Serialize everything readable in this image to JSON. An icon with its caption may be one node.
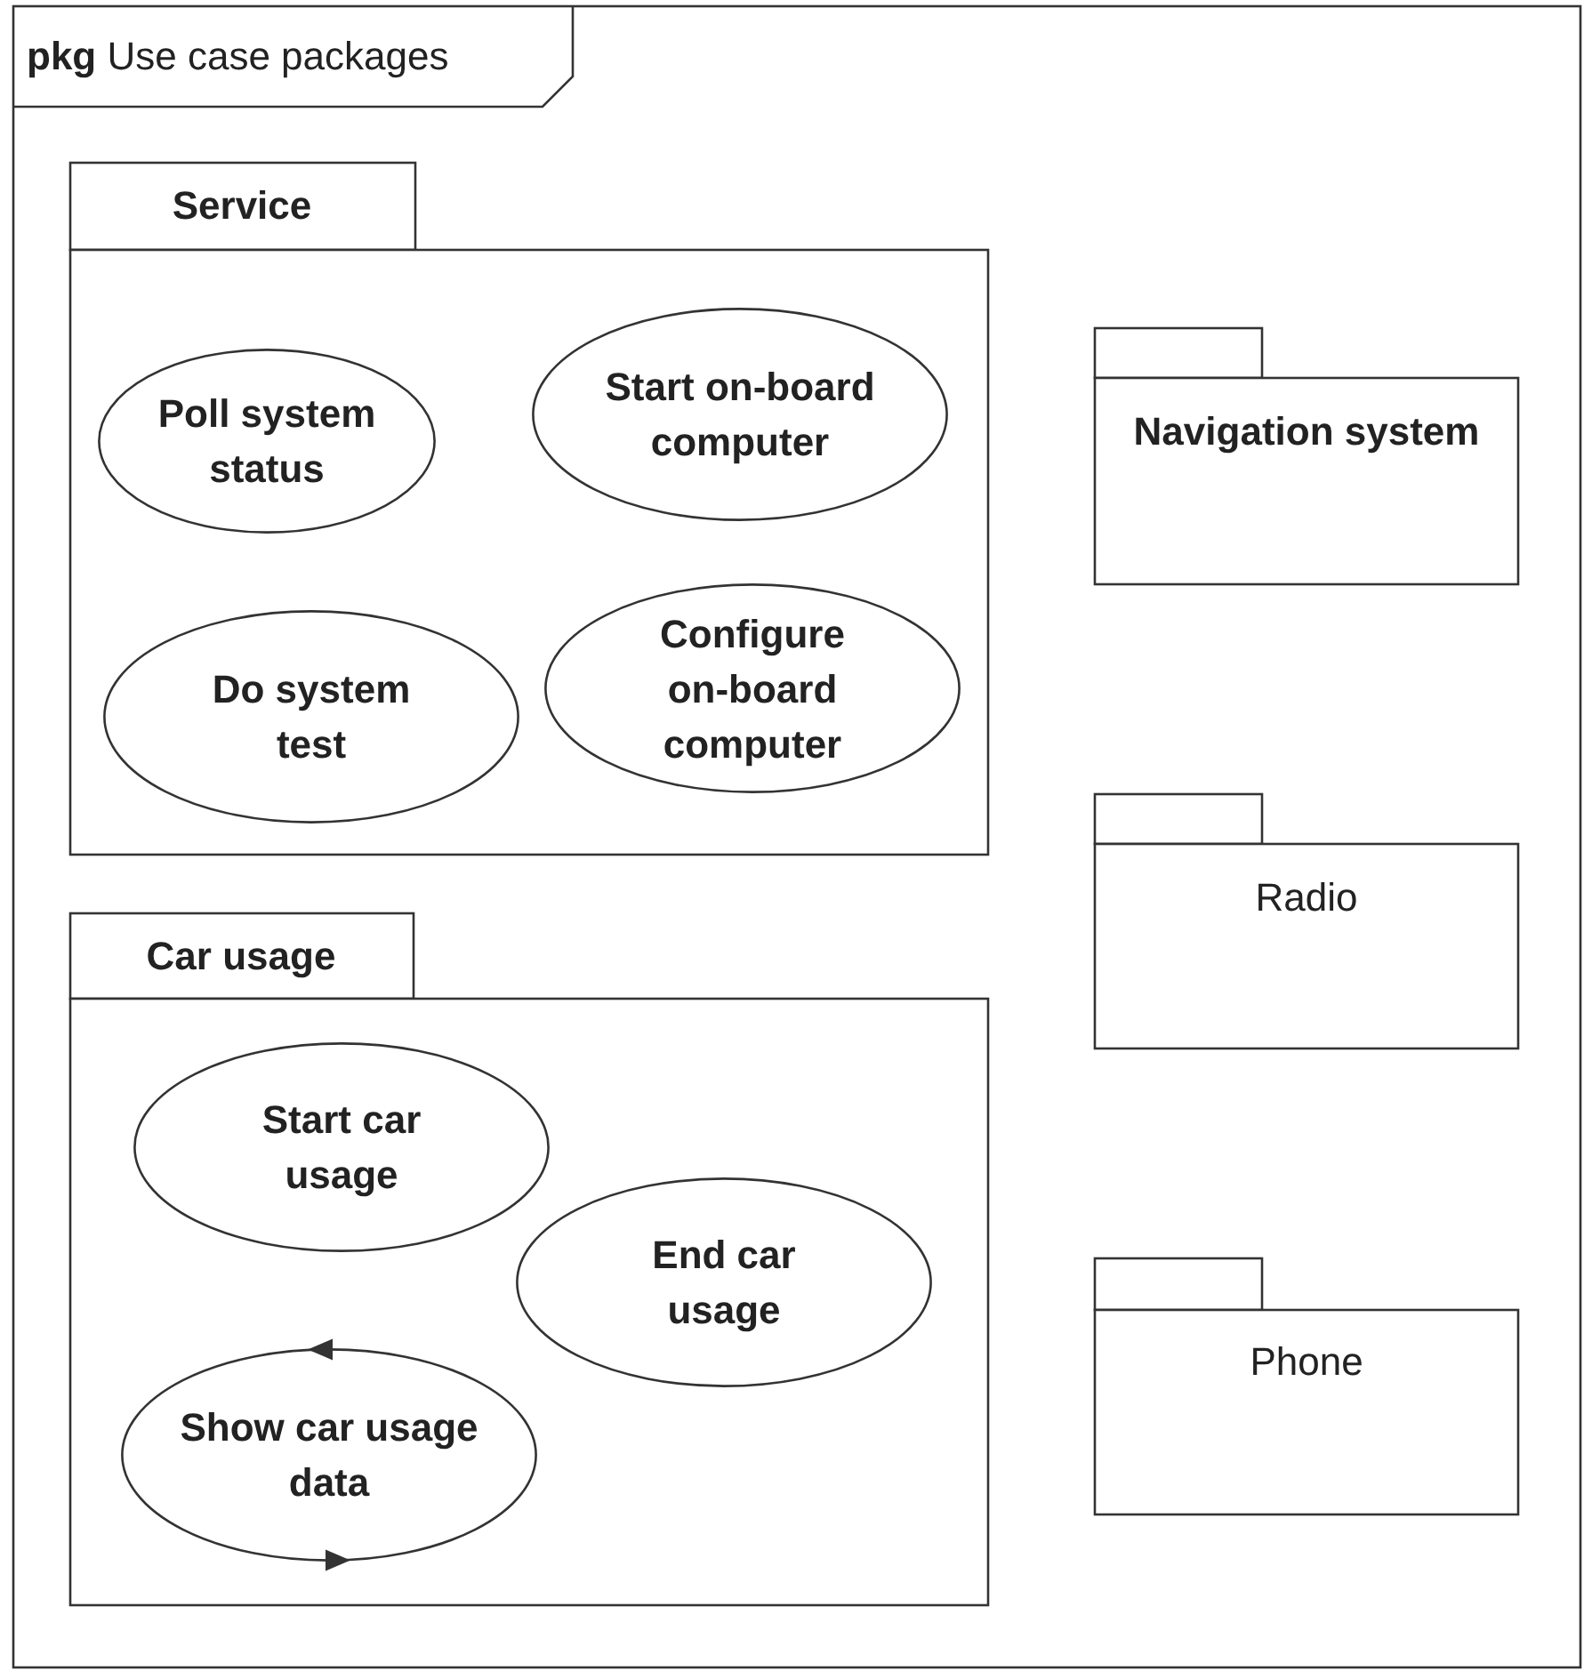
{
  "diagram": {
    "nodes": [
      {
        "text": [
          "**pkg** Use case packages"
        ]
      },
      {
        "text": [
          "Service"
        ],
        "in": 0
      },
      {
        "text": [
          "Poll system status"
        ],
        "in": 1
      },
      {
        "text": [
          "Start on-board computer"
        ],
        "in": 1
      },
      {
        "text": [
          "Do system test"
        ],
        "in": 1
      },
      {
        "text": [
          "Configure on-board computer"
        ],
        "in": 1
      },
      {
        "text": [
          "Car usage"
        ],
        "in": 0
      },
      {
        "text": [
          "Start car usage"
        ],
        "in": 6
      },
      {
        "text": [
          "End car usage"
        ],
        "in": 6
      },
      {
        "text": [
          "Show car usage data"
        ],
        "in": 6
      },
      {
        "text": [
          "Navigation system"
        ],
        "in": 0
      },
      {
        "text": [
          "Radio"
        ],
        "in": 0
      },
      {
        "text": [
          "Phone"
        ],
        "in": 0
      }
    ]
  }
}
